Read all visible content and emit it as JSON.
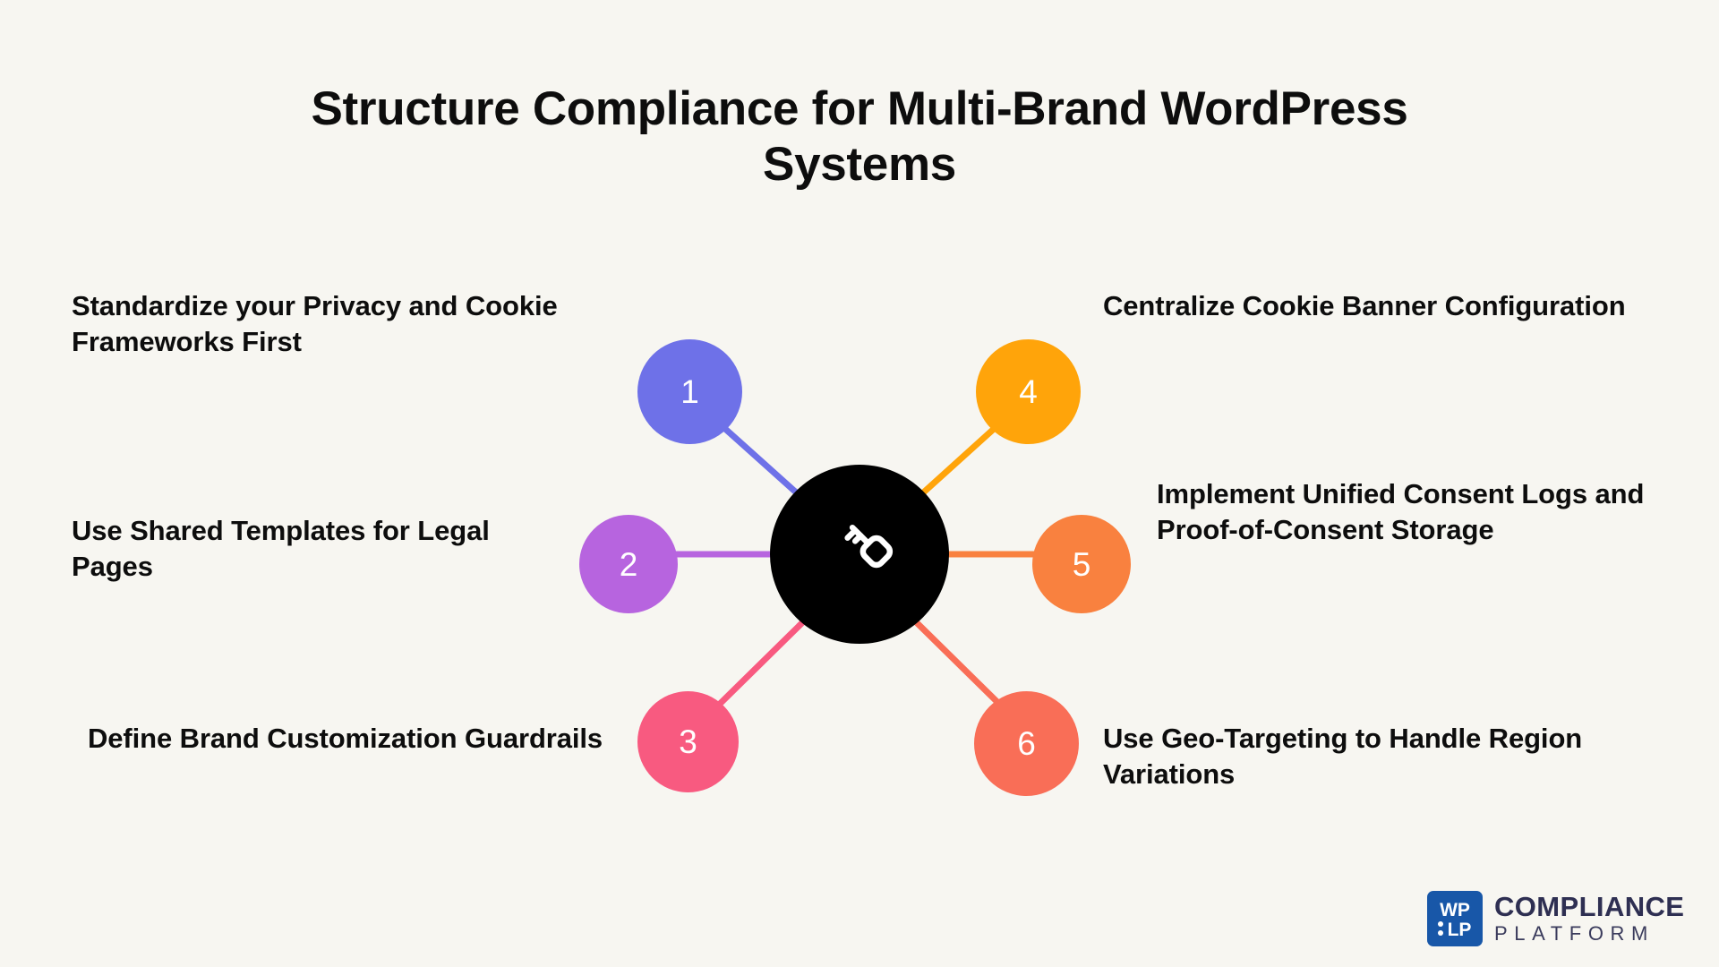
{
  "page": {
    "background_color": "#F7F6F1",
    "title": "Structure Compliance for Multi-Brand WordPress Systems",
    "title_line_1": "Structure Compliance for Multi-Brand WordPress",
    "title_line_2": "Systems",
    "title_color": "#0D0D0D"
  },
  "hub": {
    "icon": "key-icon",
    "color": "#000000",
    "icon_color": "#FFFFFF"
  },
  "chart_data": {
    "type": "diagram",
    "layout": "radial-hub-and-spoke",
    "title": "Structure Compliance for Multi-Brand WordPress Systems",
    "center": {
      "icon": "key-icon",
      "color": "#000000"
    },
    "nodes": [
      {
        "number": "1",
        "label": "Standardize your Privacy and Cookie Frameworks First",
        "color": "#6E71E8",
        "side": "left",
        "row": "top"
      },
      {
        "number": "2",
        "label": "Use Shared Templates for Legal Pages",
        "color": "#B764DF",
        "side": "left",
        "row": "middle"
      },
      {
        "number": "3",
        "label": "Define Brand Customization Guardrails",
        "color": "#F85A80",
        "side": "left",
        "row": "bottom"
      },
      {
        "number": "4",
        "label": "Centralize Cookie Banner Configuration",
        "color": "#FFA40A",
        "side": "right",
        "row": "top"
      },
      {
        "number": "5",
        "label": "Implement Unified Consent Logs and Proof-of-Consent Storage",
        "color": "#F9813F",
        "side": "right",
        "row": "middle"
      },
      {
        "number": "6",
        "label": "Use Geo-Targeting to Handle Region Variations",
        "color": "#F96E57",
        "side": "right",
        "row": "bottom"
      }
    ]
  },
  "logo": {
    "mark_text_top": "WP",
    "mark_text_bottom": "LP",
    "mark_color": "#1857A8",
    "word_1": "COMPLIANCE",
    "word_2": "PLATFORM",
    "text_color": "#2E2F52"
  }
}
